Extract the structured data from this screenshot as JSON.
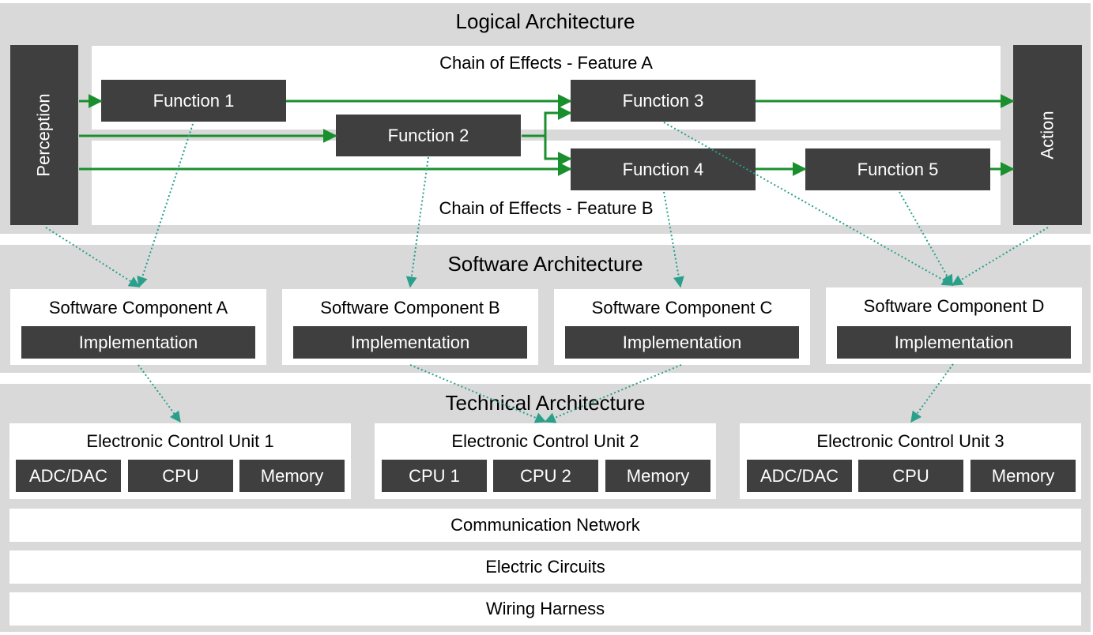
{
  "colors": {
    "band": "#d9d9d9",
    "box_dark": "#3f3f3f",
    "signal_arrow": "#1a8f2e",
    "mapping_arrow": "#2aa08a"
  },
  "logical": {
    "title": "Logical Architecture",
    "chain_a": "Chain of Effects - Feature A",
    "chain_b": "Chain of Effects - Feature B",
    "perception": "Perception",
    "action": "Action",
    "functions": [
      "Function 1",
      "Function 2",
      "Function 3",
      "Function 4",
      "Function 5"
    ]
  },
  "software": {
    "title": "Software Architecture",
    "components": [
      {
        "name": "Software Component A",
        "impl": "Implementation"
      },
      {
        "name": "Software Component B",
        "impl": "Implementation"
      },
      {
        "name": "Software Component C",
        "impl": "Implementation"
      },
      {
        "name": "Software Component D",
        "impl": "Implementation"
      }
    ]
  },
  "technical": {
    "title": "Technical Architecture",
    "ecus": [
      {
        "name": "Electronic Control Unit 1",
        "parts": [
          "ADC/DAC",
          "CPU",
          "Memory"
        ]
      },
      {
        "name": "Electronic Control Unit 2",
        "parts": [
          "CPU 1",
          "CPU 2",
          "Memory"
        ]
      },
      {
        "name": "Electronic Control Unit 3",
        "parts": [
          "ADC/DAC",
          "CPU",
          "Memory"
        ]
      }
    ],
    "layers": [
      "Communication Network",
      "Electric Circuits",
      "Wiring Harness"
    ]
  }
}
